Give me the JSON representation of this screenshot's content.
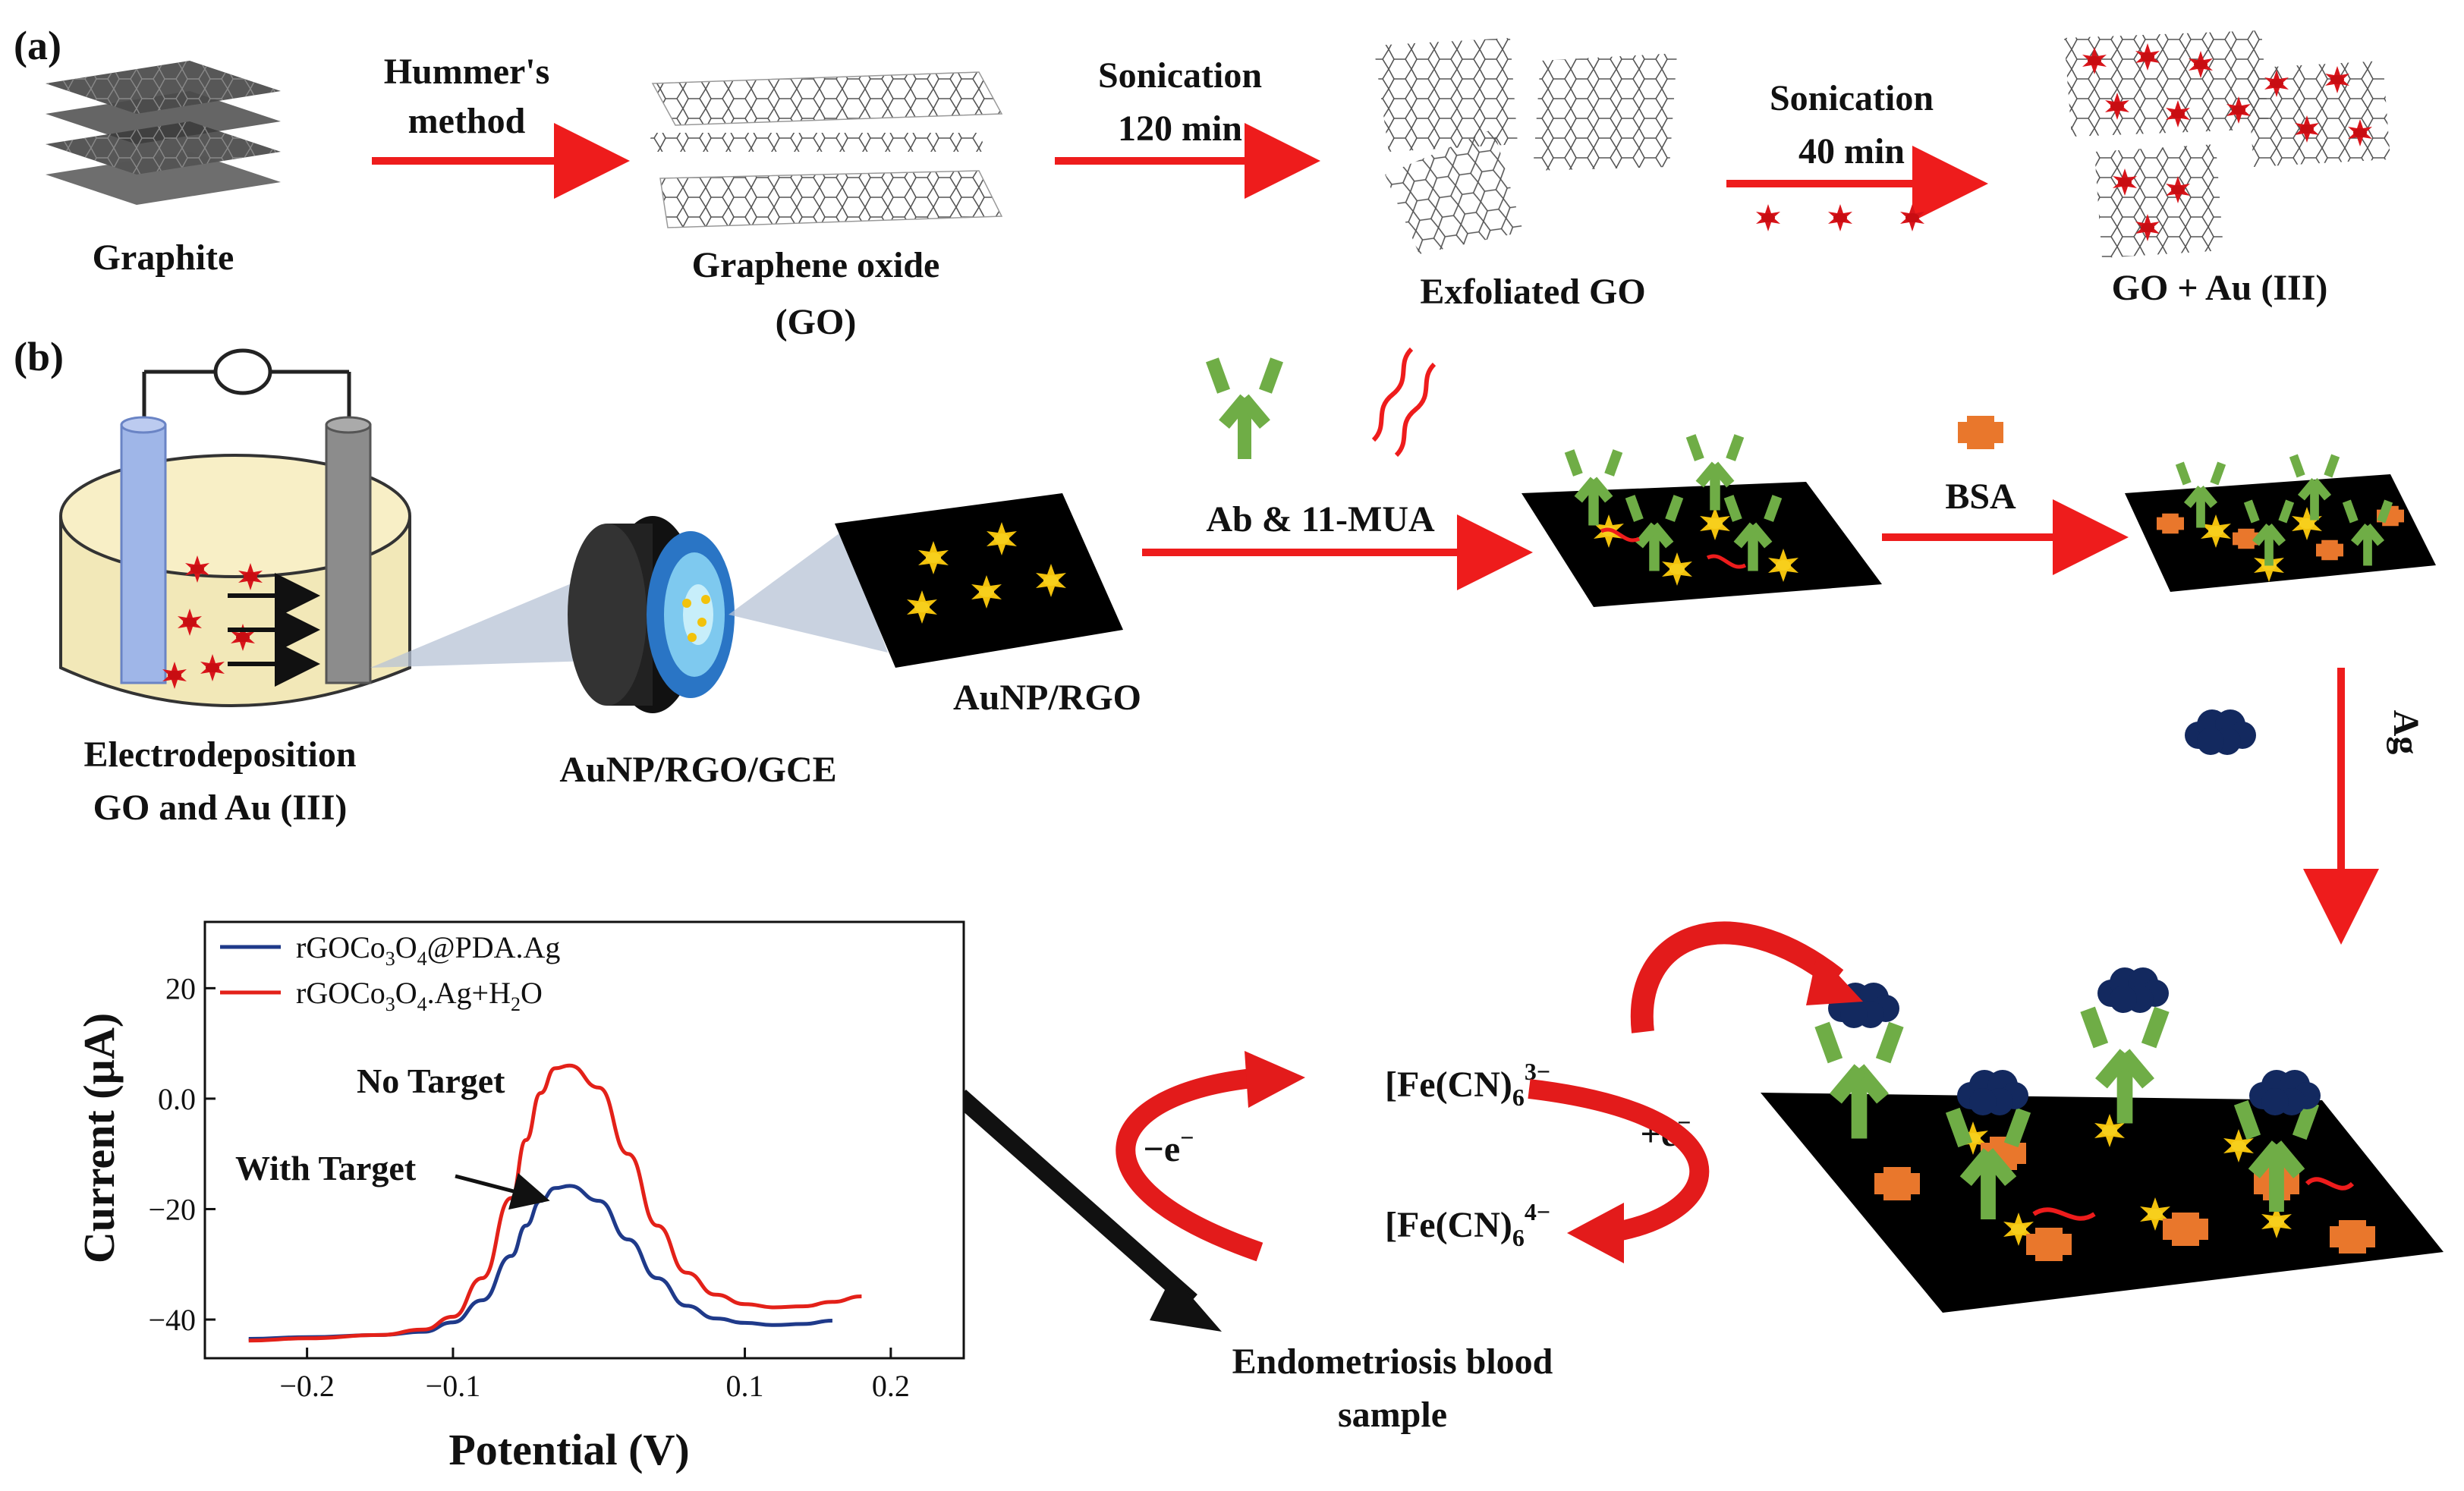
{
  "panel_a": {
    "label": "(a)",
    "graphite": "Graphite",
    "step1": [
      "Hummer's",
      "method"
    ],
    "graphene_oxide": [
      "Graphene oxide",
      "(GO)"
    ],
    "step2": [
      "Sonication",
      "120 min"
    ],
    "exfoliated": "Exfoliated GO",
    "step3": [
      "Sonication",
      "40 min"
    ],
    "go_au": "GO + Au (III)"
  },
  "panel_b": {
    "label": "(b)",
    "electrodeposition": [
      "Electrodeposition",
      "GO and Au (III)"
    ],
    "electrode": "AuNP/RGO/GCE",
    "aunp_rgo": "AuNP/RGO",
    "ab_mua": "Ab & 11-MUA",
    "bsa": "BSA",
    "ag": "Ag",
    "blood_sample": [
      "Endometriosis blood",
      "sample"
    ],
    "redox": {
      "ox": "[Fe(CN)6]3−",
      "red": "[Fe(CN)6]4−",
      "minus_e": "−e−",
      "plus_e": "+e−"
    }
  },
  "chart_data": {
    "type": "line",
    "xlabel": "Potential (V)",
    "ylabel": "Current (µA)",
    "xticks": [
      "−0.2",
      "−0.1",
      "0.1",
      "0.2"
    ],
    "yticks": [
      "20",
      "0.0",
      "−20",
      "−40"
    ],
    "xlim": [
      -0.27,
      0.25
    ],
    "ylim": [
      -47,
      32
    ],
    "series": [
      {
        "name": "rGOCo3O4@PDA.Ag",
        "color": "#1f3a8a",
        "x": [
          -0.24,
          -0.2,
          -0.15,
          -0.12,
          -0.1,
          -0.08,
          -0.06,
          -0.05,
          -0.04,
          -0.03,
          -0.02,
          0.0,
          0.02,
          0.04,
          0.06,
          0.08,
          0.1,
          0.12,
          0.14,
          0.16
        ],
        "y": [
          -43.5,
          -43.2,
          -42.8,
          -42.2,
          -40.5,
          -36.5,
          -28.5,
          -23.0,
          -18.5,
          -16.2,
          -15.8,
          -18.5,
          -25.5,
          -32.5,
          -37.5,
          -39.8,
          -40.6,
          -41.0,
          -40.8,
          -40.2
        ]
      },
      {
        "name": "rGOCo3O4.Ag+H2O",
        "color": "#e32119",
        "x": [
          -0.24,
          -0.2,
          -0.15,
          -0.12,
          -0.1,
          -0.08,
          -0.06,
          -0.05,
          -0.04,
          -0.03,
          -0.02,
          0.0,
          0.02,
          0.04,
          0.06,
          0.08,
          0.1,
          0.12,
          0.14,
          0.16,
          0.18
        ],
        "y": [
          -43.8,
          -43.4,
          -42.8,
          -41.8,
          -39.5,
          -32.5,
          -18.0,
          -7.5,
          1.0,
          5.5,
          6.0,
          2.0,
          -10.0,
          -23.0,
          -31.5,
          -35.5,
          -37.2,
          -37.8,
          -37.6,
          -36.8,
          -35.8
        ]
      }
    ],
    "annotations": [
      "No Target",
      "With Target"
    ],
    "legend_position": "top-left"
  },
  "colors": {
    "arrow_red": "#ee1c1c",
    "antibody_green": "#6fad46",
    "bsa_orange": "#e9772c",
    "antigen_navy": "#13295f",
    "gold": "#f2c20c",
    "blood_red": "#d60000"
  }
}
